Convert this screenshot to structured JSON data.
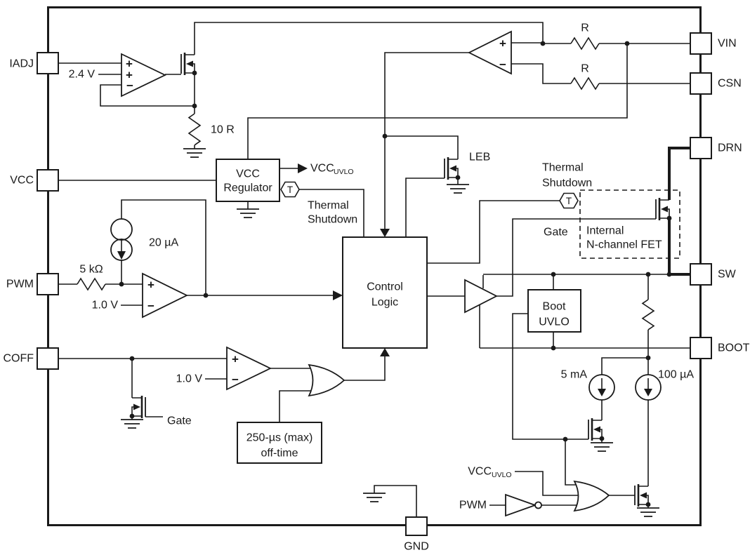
{
  "pins": {
    "iadj": "IADJ",
    "vcc": "VCC",
    "pwm": "PWM",
    "coff": "COFF",
    "vin": "VIN",
    "csn": "CSN",
    "drn": "DRN",
    "sw": "SW",
    "boot": "BOOT",
    "gnd": "GND"
  },
  "blocks": {
    "vcc_regulator": [
      "VCC",
      "Regulator"
    ],
    "control_logic": [
      "Control",
      "Logic"
    ],
    "boot_uvlo": [
      "Boot",
      "UVLO"
    ],
    "off_time": [
      "250-µs (max)",
      "off-time"
    ],
    "internal_fet": [
      "Internal",
      "N-channel FET"
    ]
  },
  "values": {
    "iadj_ref": "2.4 V",
    "iadj_res": "10 R",
    "r_vin": "R",
    "r_csn": "R",
    "pwm_res": "5 kΩ",
    "pwm_pullup": "20 µA",
    "pwm_ref": "1.0 V",
    "coff_ref": "1.0 V",
    "sink_boot": "5 mA",
    "sink_sw": "100 µA"
  },
  "signals": {
    "vcc_uvlo_base": "VCC",
    "vcc_uvlo_sub": "UVLO",
    "thermal_line1": "Thermal",
    "thermal_line2": "Shutdown",
    "t_tag": "T",
    "leb": "LEB",
    "gate_coff": "Gate",
    "gate_fet": "Gate",
    "pwm_in": "PWM",
    "plus": "+",
    "minus": "−"
  }
}
